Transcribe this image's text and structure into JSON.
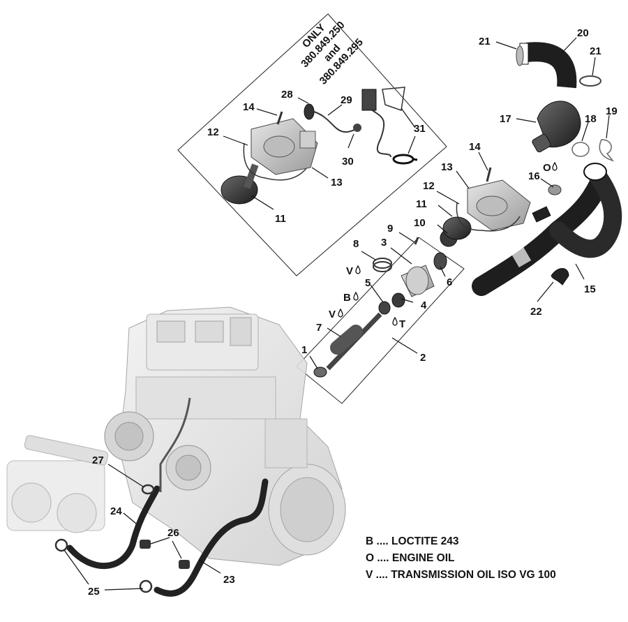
{
  "diagram": {
    "note": {
      "line1": "ONLY",
      "line2": "380.849.250",
      "line3": "and",
      "line4": "380.849.295"
    },
    "callouts": {
      "c1": "1",
      "c2": "2",
      "c3": "3",
      "c4": "4",
      "c5": "5",
      "c6": "6",
      "c7": "7",
      "c8": "8",
      "c9": "9",
      "c10": "10",
      "c11a": "11",
      "c11b": "11",
      "c12a": "12",
      "c12b": "12",
      "c13a": "13",
      "c13b": "13",
      "c14a": "14",
      "c14b": "14",
      "c15": "15",
      "c16": "16",
      "c17": "17",
      "c18": "18",
      "c19": "19",
      "c20": "20",
      "c21a": "21",
      "c21b": "21",
      "c22": "22",
      "c23": "23",
      "c24": "24",
      "c25": "25",
      "c26": "26",
      "c27": "27",
      "c28": "28",
      "c29": "29",
      "c30": "30",
      "c31": "31"
    },
    "lube_marks": {
      "v1": "V",
      "b": "B",
      "v2": "V",
      "t": "T",
      "o": "O"
    },
    "legend": [
      {
        "code": "B",
        "text": "LOCTITE 243"
      },
      {
        "code": "O",
        "text": "ENGINE OIL"
      },
      {
        "code": "V",
        "text": "TRANSMISSION OIL ISO VG 100"
      }
    ],
    "legend_separator": " .... "
  }
}
